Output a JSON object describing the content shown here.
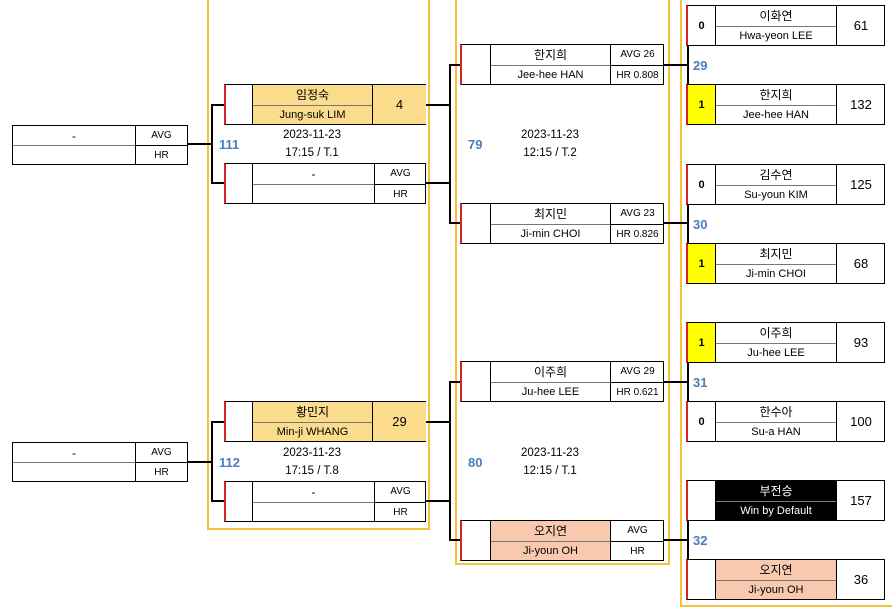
{
  "labels": {
    "avg": "AVG",
    "hr": "HR"
  },
  "round1": [
    {
      "name": "-"
    },
    {
      "name": "-"
    }
  ],
  "round2": [
    {
      "match_no": "111",
      "date": "2023-11-23",
      "time_table": "17:15 / T.1",
      "top": {
        "name_ko": "임정숙",
        "name_en": "Jung-suk LIM",
        "seed": "4"
      },
      "bottom": {
        "name": "-"
      }
    },
    {
      "match_no": "112",
      "date": "2023-11-23",
      "time_table": "17:15 / T.8",
      "top": {
        "name_ko": "황민지",
        "name_en": "Min-ji WHANG",
        "seed": "29"
      },
      "bottom": {
        "name": "-"
      }
    }
  ],
  "round3": [
    {
      "match_no": "79",
      "date": "2023-11-23",
      "time_table": "12:15 / T.2",
      "top": {
        "name_ko": "한지희",
        "name_en": "Jee-hee HAN",
        "avg": "AVG 26",
        "hr": "HR 0.808"
      },
      "bottom": {
        "name_ko": "최지민",
        "name_en": "Ji-min CHOI",
        "avg": "AVG 23",
        "hr": "HR 0.826"
      }
    },
    {
      "match_no": "80",
      "date": "2023-11-23",
      "time_table": "12:15 / T.1",
      "top": {
        "name_ko": "이주희",
        "name_en": "Ju-hee LEE",
        "avg": "AVG 29",
        "hr": "HR 0.621"
      },
      "bottom": {
        "name_ko": "오지연",
        "name_en": "Ji-youn OH",
        "avg": "AVG",
        "hr": "HR"
      }
    }
  ],
  "round4": [
    {
      "match_no": "29",
      "top": {
        "result": "0",
        "name_ko": "이화연",
        "name_en": "Hwa-yeon LEE",
        "seed": "61"
      },
      "bottom": {
        "result": "1",
        "name_ko": "한지희",
        "name_en": "Jee-hee HAN",
        "seed": "132"
      }
    },
    {
      "match_no": "30",
      "top": {
        "result": "0",
        "name_ko": "김수연",
        "name_en": "Su-youn KIM",
        "seed": "125"
      },
      "bottom": {
        "result": "1",
        "name_ko": "최지민",
        "name_en": "Ji-min CHOI",
        "seed": "68"
      }
    },
    {
      "match_no": "31",
      "top": {
        "result": "1",
        "name_ko": "이주희",
        "name_en": "Ju-hee LEE",
        "seed": "93"
      },
      "bottom": {
        "result": "0",
        "name_ko": "한수아",
        "name_en": "Su-a HAN",
        "seed": "100"
      }
    },
    {
      "match_no": "32",
      "top": {
        "result": "",
        "name_ko": "부전승",
        "name_en": "Win by Default",
        "seed": "157"
      },
      "bottom": {
        "result": "",
        "name_ko": "오지연",
        "name_en": "Ji-youn OH",
        "seed": "36"
      }
    }
  ],
  "colors": {
    "column_border": "#f2c23c",
    "card_left_border": "#d32525",
    "seed_highlight": "#fbdc8d",
    "peach_highlight": "#f8c9ae",
    "winner_flag": "#ffff00",
    "match_number": "#4a7ebb"
  }
}
